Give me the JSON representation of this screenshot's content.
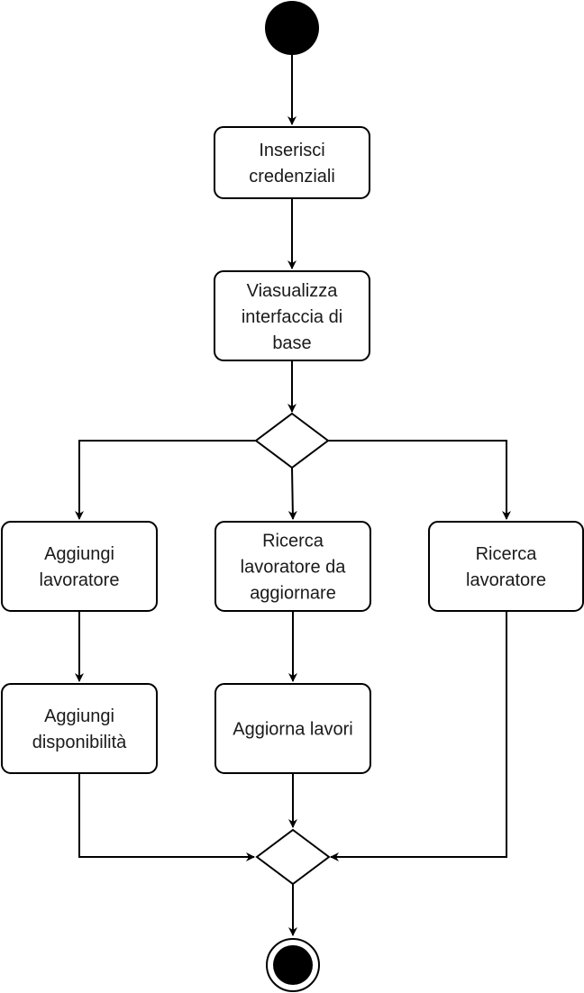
{
  "diagram": {
    "type": "activity",
    "nodes": {
      "inserisci_credenziali": [
        "Inserisci",
        "credenziali"
      ],
      "visualizza_interfaccia": [
        "Viasualizza",
        "interfaccia di",
        "base"
      ],
      "aggiungi_lavoratore": [
        "Aggiungi",
        "lavoratore"
      ],
      "ricerca_lavoratore_aggiornare": [
        "Ricerca",
        "lavoratore da",
        "aggiornare"
      ],
      "ricerca_lavoratore": [
        "Ricerca",
        "lavoratore"
      ],
      "aggiungi_disponibilita": [
        "Aggiungi",
        "disponibilità"
      ],
      "aggiorna_lavori": [
        "Aggiorna lavori"
      ]
    },
    "colors": {
      "stroke": "#000000",
      "fill": "#ffffff",
      "text": "#1a1a1a"
    }
  }
}
